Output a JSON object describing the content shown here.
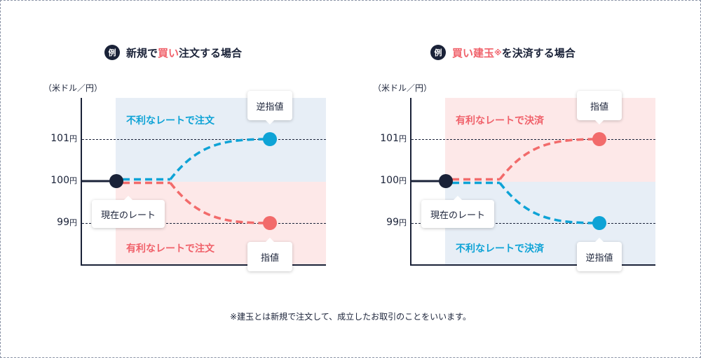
{
  "left": {
    "badge": "例",
    "title_before": "新規で",
    "title_highlight": "買い",
    "title_after": "注文する場合",
    "unit": "（米ドル／円）",
    "y_ticks": [
      {
        "value": "101",
        "unit": "円"
      },
      {
        "value": "100",
        "unit": "円"
      },
      {
        "value": "99",
        "unit": "円"
      }
    ],
    "upper_zone_label": "不利なレートで注文",
    "lower_zone_label": "有利なレートで注文",
    "current_label": "現在のレート",
    "upper_point_label": "逆指値",
    "lower_point_label": "指値",
    "upper_color": "#0ea3d6",
    "lower_color": "#f26b6b"
  },
  "right": {
    "badge": "例",
    "title_highlight": "買い建玉",
    "title_mark": "※",
    "title_after": "を決済する場合",
    "unit": "（米ドル／円）",
    "y_ticks": [
      {
        "value": "101",
        "unit": "円"
      },
      {
        "value": "100",
        "unit": "円"
      },
      {
        "value": "99",
        "unit": "円"
      }
    ],
    "upper_zone_label": "有利なレートで決済",
    "lower_zone_label": "不利なレートで決済",
    "current_label": "現在のレート",
    "upper_point_label": "指値",
    "lower_point_label": "逆指値",
    "upper_color": "#f26b6b",
    "lower_color": "#0ea3d6"
  },
  "colors": {
    "navy": "#1a2238",
    "blue": "#0ea3d6",
    "red": "#f26b6b",
    "blue_bg": "#e7eef6",
    "pink_bg": "#fde8e8"
  },
  "footnote": "※建玉とは新規で注文して、成立したお取引のことをいいます。"
}
